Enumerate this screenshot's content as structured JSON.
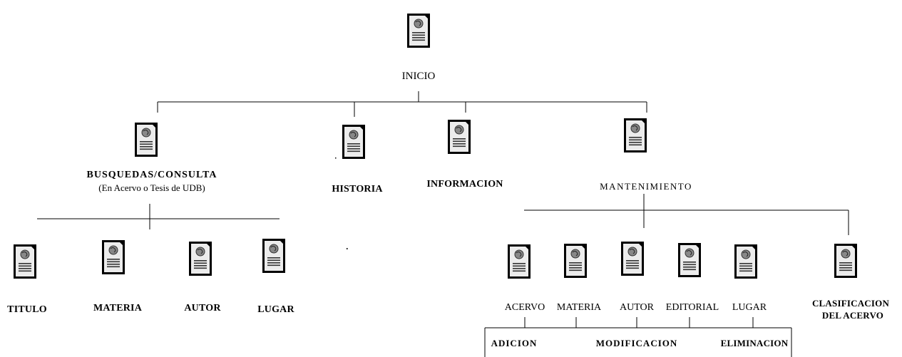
{
  "diagram": {
    "root": {
      "label": "INICIO",
      "icon": "web-page-icon"
    },
    "level1": [
      {
        "label": "BUSQUEDAS/CONSULTA",
        "sublabel": "(En Acervo o Tesis de UDB)",
        "icon": "web-page-icon"
      },
      {
        "label": "HISTORIA",
        "icon": "web-page-icon"
      },
      {
        "label": "INFORMACION",
        "icon": "web-page-icon"
      },
      {
        "label": "MANTENIMIENTO",
        "icon": "web-page-icon"
      }
    ],
    "busquedas_children": [
      {
        "label": "TITULO",
        "icon": "web-page-icon"
      },
      {
        "label": "MATERIA",
        "icon": "web-page-icon"
      },
      {
        "label": "AUTOR",
        "icon": "web-page-icon"
      },
      {
        "label": "LUGAR",
        "icon": "web-page-icon"
      }
    ],
    "mantenimiento_children": [
      {
        "label": "ACERVO",
        "icon": "web-page-icon"
      },
      {
        "label": "MATERIA",
        "icon": "web-page-icon"
      },
      {
        "label": "AUTOR",
        "icon": "web-page-icon"
      },
      {
        "label": "EDITORIAL",
        "icon": "web-page-icon"
      },
      {
        "label": "LUGAR",
        "icon": "web-page-icon"
      },
      {
        "label": "CLASIFICACION",
        "label2": "DEL ACERVO",
        "icon": "web-page-icon"
      }
    ],
    "operations": [
      {
        "label": "ADICION"
      },
      {
        "label": "MODIFICACION"
      },
      {
        "label": "ELIMINACION"
      }
    ],
    "colors": {
      "line": "#000000",
      "page_fill": "#e8e8e8",
      "page_border": "#000000",
      "corner": "#000000"
    }
  }
}
